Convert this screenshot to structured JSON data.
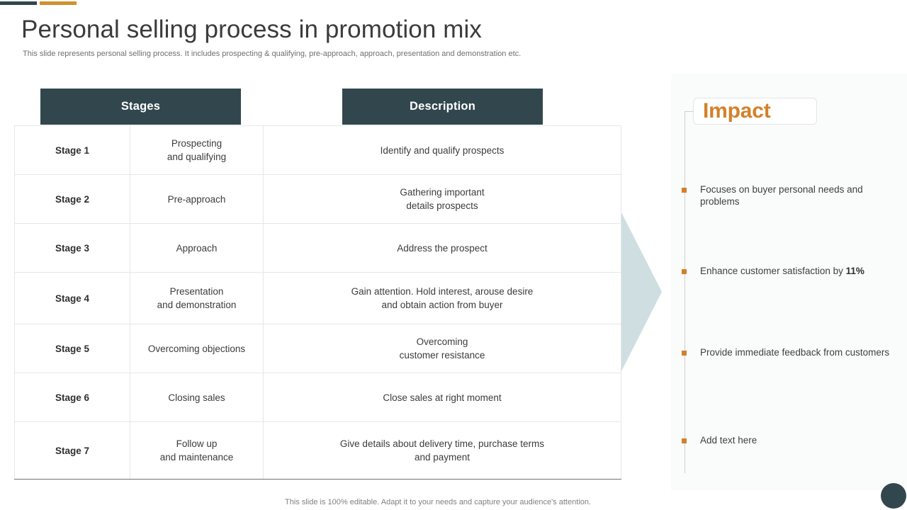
{
  "accents": {
    "dark": "#32474d",
    "amber": "#d0912f",
    "arrow": "#cfdee1",
    "header_bg": "#32474d"
  },
  "header": {
    "title": "Personal selling process in promotion mix",
    "subtitle": "This slide represents personal selling process. It includes prospecting & qualifying, pre-approach, approach, presentation and demonstration etc."
  },
  "table": {
    "columns": [
      "",
      "Stages",
      "Description"
    ],
    "header_stages": "Stages",
    "header_description": "Description",
    "rows": [
      {
        "stage": "Stage 1",
        "name": "Prospecting\nand qualifying",
        "description": "Identify  and qualify prospects"
      },
      {
        "stage": "Stage 2",
        "name": "Pre-approach",
        "description": "Gathering important\ndetails prospects"
      },
      {
        "stage": "Stage 3",
        "name": "Approach",
        "description": "Address the prospect"
      },
      {
        "stage": "Stage 4",
        "name": "Presentation\nand demonstration",
        "description": "Gain attention. Hold interest, arouse desire\nand obtain action from buyer"
      },
      {
        "stage": "Stage 5",
        "name": "Overcoming objections",
        "description": "Overcoming\ncustomer resistance"
      },
      {
        "stage": "Stage 6",
        "name": "Closing sales",
        "description": "Close sales at right moment"
      },
      {
        "stage": "Stage 7",
        "name": "Follow up\nand maintenance",
        "description": "Give details about delivery time, purchase terms\nand payment"
      }
    ]
  },
  "impact": {
    "label": "Impact",
    "items": [
      {
        "text_before": "Focuses on buyer personal needs and problems",
        "emphasis": "",
        "text_after": ""
      },
      {
        "text_before": "Enhance customer satisfaction by ",
        "emphasis": "11%",
        "text_after": ""
      },
      {
        "text_before": "Provide immediate feedback from customers",
        "emphasis": "",
        "text_after": ""
      },
      {
        "text_before": "Add text here",
        "emphasis": "",
        "text_after": ""
      }
    ]
  },
  "footer": {
    "note": "This slide is 100% editable. Adapt it to your needs and capture your audience's attention."
  }
}
